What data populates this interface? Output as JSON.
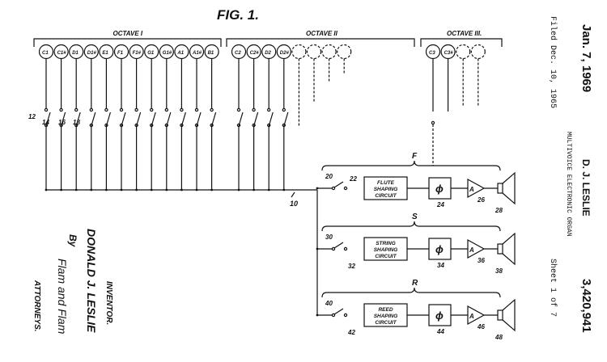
{
  "figure_title": "FIG. 1.",
  "header": {
    "date": "Jan. 7, 1969",
    "filed": "Filed Dec. 10, 1965",
    "inventor": "D. J. LESLIE",
    "title": "MULTIVOICE ELECTRONIC ORGAN",
    "patent_number": "3,420,941",
    "sheet": "Sheet 1 of 7"
  },
  "octaves": [
    {
      "label": "OCTAVE I",
      "notes": [
        "C1",
        "C1#",
        "D1",
        "D1#",
        "E1",
        "F1",
        "F1#",
        "G1",
        "G1#",
        "A1",
        "A1#",
        "B1"
      ],
      "dashed": 0
    },
    {
      "label": "OCTAVE II",
      "notes": [
        "C2",
        "C2#",
        "D2",
        "D2#"
      ],
      "dashed": 4
    },
    {
      "label": "OCTAVE III.",
      "notes": [
        "C3",
        "C3#"
      ],
      "dashed": 2
    }
  ],
  "switch_refs": [
    "12",
    "14",
    "16",
    "18"
  ],
  "bus_ref": "10",
  "channels": [
    {
      "brace": "F",
      "switch_ref": "20",
      "circuit": [
        "FLUTE",
        "SHAPING",
        "CIRCUIT"
      ],
      "circuit_ref": "22",
      "phase_ref": "24",
      "amp_ref": "26",
      "speaker_ref": "28"
    },
    {
      "brace": "S",
      "switch_ref": "30",
      "circuit": [
        "STRING",
        "SHAPING",
        "CIRCUIT"
      ],
      "circuit_ref": "32",
      "phase_ref": "34",
      "amp_ref": "36",
      "speaker_ref": "38"
    },
    {
      "brace": "R",
      "switch_ref": "40",
      "circuit": [
        "REED",
        "SHAPING",
        "CIRCUIT"
      ],
      "circuit_ref": "42",
      "phase_ref": "44",
      "amp_ref": "46",
      "speaker_ref": "48"
    }
  ],
  "phase_symbol": "ϕ",
  "amp_symbol": "A",
  "signature": {
    "role": "INVENTOR.",
    "name": "DONALD J. LESLIE",
    "by": "By",
    "attorneys_name": "Flam and Flam",
    "attorneys": "ATTORNEYS."
  }
}
